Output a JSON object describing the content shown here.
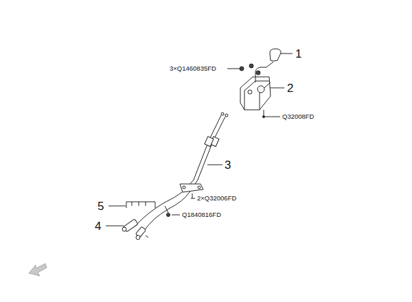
{
  "diagram": {
    "labels": [
      "1",
      "2",
      "3",
      "4",
      "5",
      "3×Q1460835FD",
      "Q32008FD",
      "2×Q32006FD",
      "Q1840816FD"
    ]
  }
}
